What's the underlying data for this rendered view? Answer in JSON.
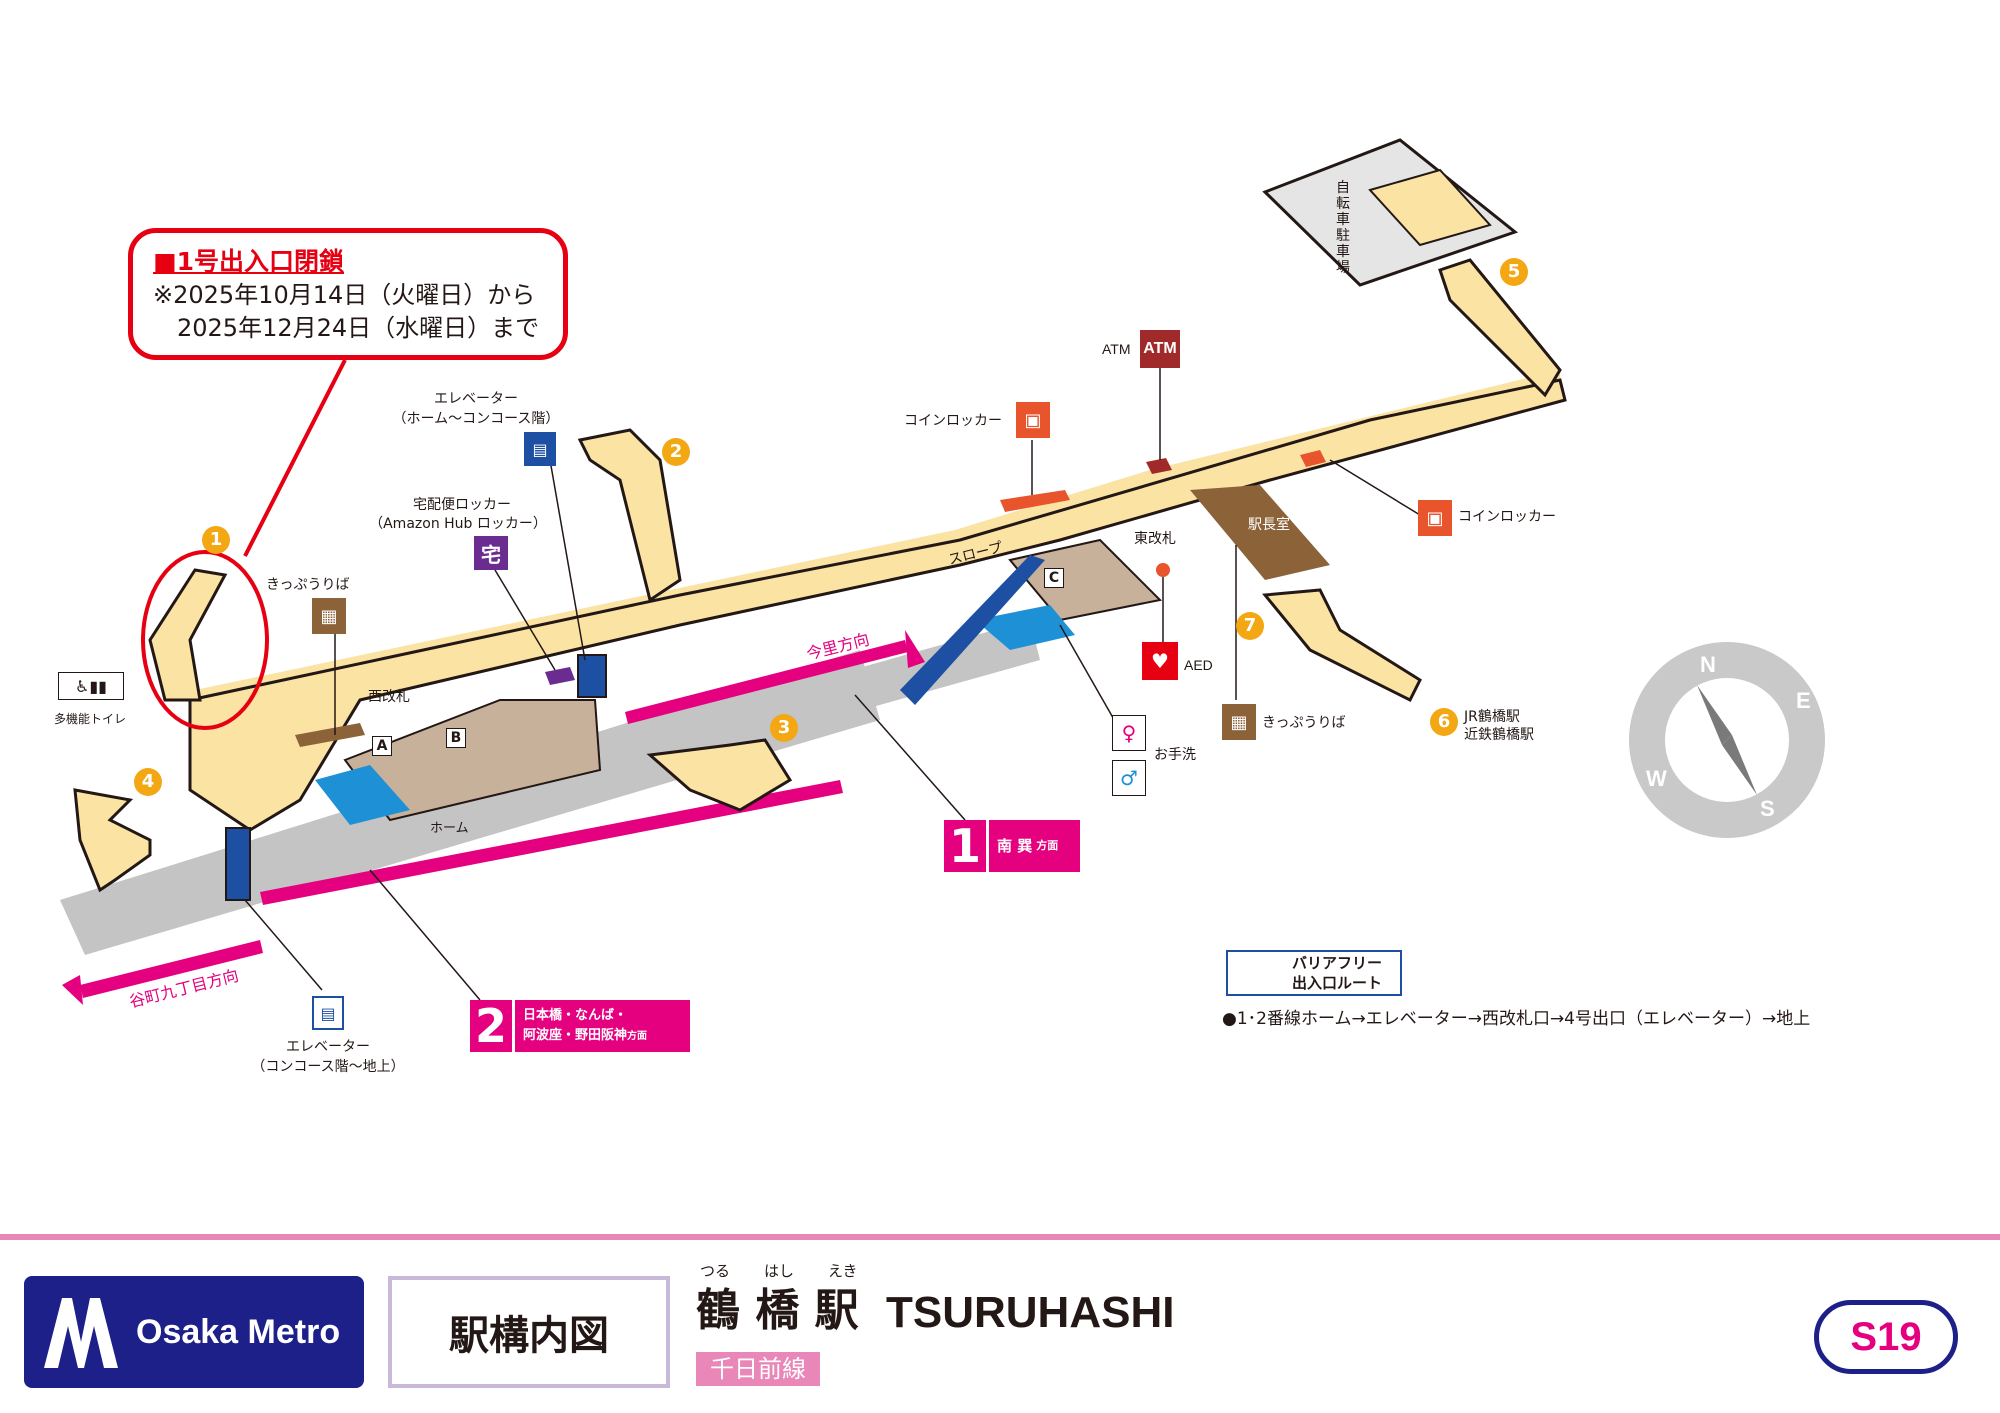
{
  "notice": {
    "title": "■1号出入口閉鎖",
    "line1": "※2025年10月14日（火曜日）から",
    "line2": "2025年12月24日（水曜日）まで"
  },
  "exits": [
    "1",
    "2",
    "3",
    "4",
    "5",
    "6",
    "7"
  ],
  "gates": [
    "A",
    "B",
    "C"
  ],
  "labels": {
    "elevator_top": "エレベーター",
    "elevator_top_sub": "（ホーム～コンコース階）",
    "delivery_locker": "宅配便ロッカー",
    "delivery_locker_sub": "（Amazon Hub ロッカー）",
    "delivery_icon": "宅",
    "ticket_west": "きっぷうりば",
    "ticket_east": "きっぷうりば",
    "multi_toilet": "多機能トイレ",
    "west_gate": "西改札",
    "home": "ホーム",
    "slope": "スロープ",
    "east_gate": "東改札",
    "station_master": "駅長室",
    "coin_locker_1": "コインロッカー",
    "coin_locker_2": "コインロッカー",
    "atm": "ATM",
    "atm_icon": "ATM",
    "aed": "AED",
    "restroom": "お手洗",
    "bicycle_parking": "自転車駐車場",
    "exit6_line1": "JR鶴橋駅",
    "exit6_line2": "近鉄鶴橋駅",
    "imazato": "今里方向",
    "tanimachi": "谷町九丁目方向",
    "elevator_bottom": "エレベーター",
    "elevator_bottom_sub": "（コンコース階～地上）"
  },
  "platforms": [
    {
      "num": "1",
      "dest": "南 巽",
      "suffix": "方面"
    },
    {
      "num": "2",
      "dest_line1": "日本橋・なんば・",
      "dest_line2": "阿波座・野田阪神",
      "suffix": "方面"
    }
  ],
  "compass": [
    "N",
    "E",
    "S",
    "W"
  ],
  "barrier_free": {
    "label_line1": "バリアフリー",
    "label_line2": "出入口ルート",
    "route": "●1･2番線ホーム→エレベーター→西改札口→4号出口（エレベーター）→地上"
  },
  "footer": {
    "brand": "Osaka Metro",
    "map_title": "駅構内図",
    "reading_1": "つる",
    "reading_2": "はし",
    "reading_3": "えき",
    "station_jp": "鶴 橋 駅",
    "station_en": "TSURUHASHI",
    "line_name": "千日前線",
    "code": "S19"
  },
  "colors": {
    "concourse": "#fbe3a4",
    "wall": "#231815",
    "platform": "#bfbfbf",
    "track": "#e4007f",
    "elevator": "#1d50a2",
    "gate_area": "#c8b19a",
    "stairs_blue": "#1e90d6",
    "exit_badge": "#f3a712",
    "notice": "#e60012",
    "brand": "#1d2088"
  }
}
